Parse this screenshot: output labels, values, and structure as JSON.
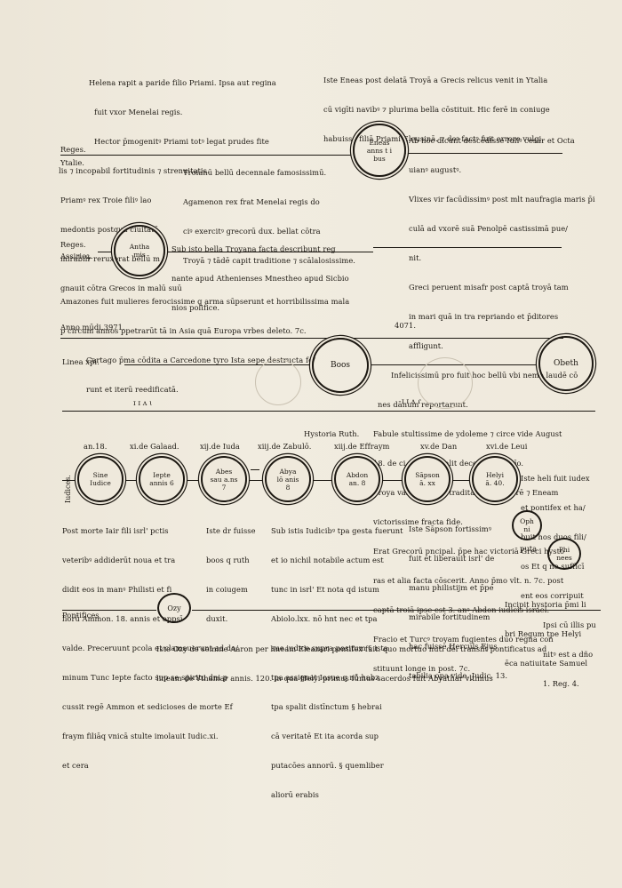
{
  "block_top": {
    "helena": [
      "Helena rapit a paride filio Priami. Ipsa aut regina",
      "fuit vxor Menelai regis.",
      "Hector p̄mogenitꝰ Priami totꝰ legat prudes fite",
      "lis ⁊ incopabil fortitudinis ⁊ strenuitatis."
    ],
    "eneas": [
      "Iste Eneas post delatā Troyā a Grecis relicus venit in Ytalia",
      "cū vigīti navibꝰ ⁊ plurima bella cōstituit. Hic ferē in coniuge",
      "habuisse filiā Priami Eleusinā. ⁊ deꝰ factꝰ fuit errore vulgi."
    ]
  },
  "block_reges": {
    "label_reges": "Reges.",
    "label_ytalie": "Ytalie.",
    "troianum": [
      "Troianū bellū decennale famosissimū.",
      "Agamenon rex frat Menelai regis do",
      "ciꝰ exercitꝰ grecorū dux. bellat cōtra",
      "Troyā ⁊ tādē capit traditione ⁊ scālalosissime."
    ],
    "priamus": [
      "Priamꝰ rex Troie filiꝰ lao",
      "medontis postquā ciuitatē",
      "mirabilr reruxerat bellū m",
      "gnauit cōtra Grecos in malū suū"
    ],
    "circle_eneas": "Eneas\nanns t i\nbus",
    "right": [
      "Ab hoc dicunt descēdisse Iuliꝰ cesar et Octa",
      "uianꝰ augustꝰ.",
      "Vlixes vir facūdissimꝰ post mlt naufragia maris p̄i",
      "culā ad vxorē suā Penolpē castissimā pue/",
      "nit.",
      "Greci peruent misafr post captā troyā tam",
      "in mari quā in tra repriando et p̄ditores",
      "affligunt.",
      "Infelicissimū pro fuit hoc bellū vbi nemo laudē cō",
      "nes dānum reportarunt.",
      "Fabule stultissime de ydoleme ⁊ circe vide August",
      "18. de ci. dei. Ō qualit decepti fuit hoīo.",
      "Troya vastat atroce traditā p̄ Anthenorē ⁊ Eneam",
      "victorissime fracta fide.",
      "Erat Grecorū pncipal. p̄pe hac victoriā Greci hysto",
      "ras et alia facta cōscerit. Anno p̄mo vlt. n. 7c. post",
      "captā troiā ipse est 3. anꝰ Abdon iudicis israel.",
      "Fracio et Turcꝰ troyam fugientes duo regna con",
      "stituunt longe in post. 7c."
    ]
  },
  "block_assyr": {
    "label_reges": "Reges.",
    "label_assyr": "Assirioꝝ.",
    "circle_anthamis": "Antha\nmis",
    "sub_isto": [
      "Sub isto bella Troyana facta describunt reg",
      "nante apud Athenienses Mnestheo apud Sicbio",
      "nios polifice."
    ],
    "amazones": [
      "Amazones fuit mulieres ferocissime q arma sūpserunt et horribilissima mala",
      "p circum annos ppetrarūt tā in Asia quā Europa vrbes deleto. 7c.",
      "Cartago p̄ma cōdita a Carcedone tyro Ista sepe destructa fe/",
      "runt et iterū reedificatā."
    ],
    "anno_mundi": "Anno mūdi.3971.",
    "anno_right": "4071."
  },
  "block_linea": {
    "label": "Linea xp̄i.",
    "circle_boos": "Boos",
    "circle_obeth": "Obeth",
    "num_left": "ɪ ɪ ʌ ɩ",
    "num_right": "ɪ ɪ ʌ ɾ"
  },
  "block_judices": {
    "historia": "Hystoria Ruth.",
    "tribes": [
      "an.18.",
      "xi.de Galaad.",
      "xij.de Iuda",
      "xiij.de Zabulō.",
      "xiij.de Effraym",
      "xv.de Dan",
      "xvi.de Leui"
    ],
    "vertical_label": "Iudices.",
    "circles": [
      "Sine\nIudice",
      "Iepte\nannis 6",
      "Abes\nsau a.ns\n7",
      "Abya\nlō anis\n8",
      "Abdon\nan. 8",
      "Sāpson\nā. xx",
      "Helyi\nā. 40."
    ],
    "heli_note": [
      "Iste heli fuit iudex",
      "et pontifex et ha/",
      "buit hos duos fili/",
      "os Et q no sufficī",
      "ent eos corripuit",
      "Ipsi cū illis pu",
      "nitꝰ est a dño",
      "1. Reg. 4."
    ],
    "circle_ophni": "Oph\nni",
    "circle_phinees": "Phi\nnees",
    "col_post": [
      "Post morte Iair fili isrl' pctis",
      "veteribꝰ addiderūt noua et tra",
      "didit eos in manꝰ Philisti et fi",
      "liorū Ammon. 18. annis et oppsī",
      "valde. Preceruunt pcola et clamauerunt ad do/",
      "minum Tunc Iepte facto sup se spiritu dni p",
      "cussit regē Ammon et sedicioses de morte Ef",
      "fraym filiāq vnicā stulte imolauit Iudic.xi.",
      "et cera"
    ],
    "col_iste_dr": [
      "Iste dr fuisse",
      "boos q ruth",
      "in coiugem",
      "duxit."
    ],
    "col_sub_isto": [
      "Sub istis Iudicibꝰ tpa gesta fuerunt",
      "et io nichil notabile actum est",
      "tunc in isrl' Et nota qd istum",
      "Abiolo.lxx. nō hnt nec et tpa",
      "sue iudice supra positum § ista",
      "tpa assignat Iosue q nō habz",
      "tpa spalit distīnctum § hebrai",
      "cā veritatē Et ita acorda sup",
      "putacōes annorū. § quemliber",
      "aliorū erabis"
    ],
    "col_sapson": [
      "Iste Sāpson fortissimꝰ",
      "fuit et liberauit isrl' de",
      "manu philistijm et p̄pe",
      "mirabile fortitudinem",
      "hac fuisse Herculs Ejus",
      "tabilia opa vide. Judic. 13."
    ],
    "puta": "puta",
    "incipit": [
      "Incipit hystoria p̄mi li",
      "bri Regum tpe Helyi",
      "ēca natiuitate Samuel"
    ]
  },
  "block_pontifices": {
    "label": "Pontifices",
    "circle_ozy": "Ozy",
    "note": [
      "Iste Ozy de semine Aaron per lineam Eleazari pontifex fuit. quo mortuo nuti dei transiit pontificatus ad",
      "lineam de Ythamar annis. 120. in qua Helyi primus fūmus sacerdos fuit Abyathar vltimus"
    ]
  }
}
